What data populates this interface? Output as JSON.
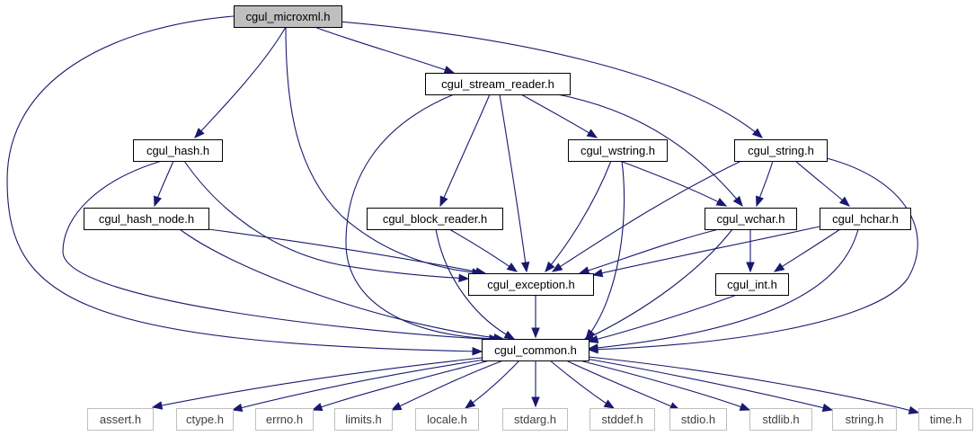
{
  "colors": {
    "edge": "#191970",
    "root_fill": "#bfbfbf",
    "node_fill": "#ffffff",
    "node_border": "#000000",
    "system_border": "#bfbfbf",
    "system_text": "#3f3f3f",
    "node_text": "#000000"
  },
  "nodes": [
    {
      "id": "microxml",
      "label": "cgul_microxml.h",
      "kind": "root"
    },
    {
      "id": "stream_reader",
      "label": "cgul_stream_reader.h",
      "kind": "local"
    },
    {
      "id": "hash",
      "label": "cgul_hash.h",
      "kind": "local"
    },
    {
      "id": "wstring",
      "label": "cgul_wstring.h",
      "kind": "local"
    },
    {
      "id": "string",
      "label": "cgul_string.h",
      "kind": "local"
    },
    {
      "id": "hash_node",
      "label": "cgul_hash_node.h",
      "kind": "local"
    },
    {
      "id": "block_reader",
      "label": "cgul_block_reader.h",
      "kind": "local"
    },
    {
      "id": "wchar",
      "label": "cgul_wchar.h",
      "kind": "local"
    },
    {
      "id": "hchar",
      "label": "cgul_hchar.h",
      "kind": "local"
    },
    {
      "id": "exception",
      "label": "cgul_exception.h",
      "kind": "local"
    },
    {
      "id": "int",
      "label": "cgul_int.h",
      "kind": "local"
    },
    {
      "id": "common",
      "label": "cgul_common.h",
      "kind": "local"
    },
    {
      "id": "assert",
      "label": "assert.h",
      "kind": "system"
    },
    {
      "id": "ctype",
      "label": "ctype.h",
      "kind": "system"
    },
    {
      "id": "errno",
      "label": "errno.h",
      "kind": "system"
    },
    {
      "id": "limits",
      "label": "limits.h",
      "kind": "system"
    },
    {
      "id": "locale",
      "label": "locale.h",
      "kind": "system"
    },
    {
      "id": "stdarg",
      "label": "stdarg.h",
      "kind": "system"
    },
    {
      "id": "stddef",
      "label": "stddef.h",
      "kind": "system"
    },
    {
      "id": "stdio",
      "label": "stdio.h",
      "kind": "system"
    },
    {
      "id": "stdlib",
      "label": "stdlib.h",
      "kind": "system"
    },
    {
      "id": "string_sys",
      "label": "string.h",
      "kind": "system"
    },
    {
      "id": "time",
      "label": "time.h",
      "kind": "system"
    }
  ],
  "edges": [
    {
      "from": "microxml",
      "to": "stream_reader"
    },
    {
      "from": "microxml",
      "to": "hash"
    },
    {
      "from": "microxml",
      "to": "string"
    },
    {
      "from": "microxml",
      "to": "exception"
    },
    {
      "from": "microxml",
      "to": "common"
    },
    {
      "from": "stream_reader",
      "to": "wstring"
    },
    {
      "from": "stream_reader",
      "to": "block_reader"
    },
    {
      "from": "stream_reader",
      "to": "wchar"
    },
    {
      "from": "stream_reader",
      "to": "exception"
    },
    {
      "from": "stream_reader",
      "to": "common"
    },
    {
      "from": "hash",
      "to": "hash_node"
    },
    {
      "from": "hash",
      "to": "exception"
    },
    {
      "from": "hash",
      "to": "common"
    },
    {
      "from": "hash_node",
      "to": "exception"
    },
    {
      "from": "hash_node",
      "to": "common"
    },
    {
      "from": "wstring",
      "to": "wchar"
    },
    {
      "from": "wstring",
      "to": "exception"
    },
    {
      "from": "wstring",
      "to": "common"
    },
    {
      "from": "string",
      "to": "wchar"
    },
    {
      "from": "string",
      "to": "hchar"
    },
    {
      "from": "string",
      "to": "exception"
    },
    {
      "from": "string",
      "to": "common"
    },
    {
      "from": "block_reader",
      "to": "exception"
    },
    {
      "from": "block_reader",
      "to": "common"
    },
    {
      "from": "wchar",
      "to": "int"
    },
    {
      "from": "wchar",
      "to": "exception"
    },
    {
      "from": "wchar",
      "to": "common"
    },
    {
      "from": "hchar",
      "to": "int"
    },
    {
      "from": "hchar",
      "to": "exception"
    },
    {
      "from": "hchar",
      "to": "common"
    },
    {
      "from": "exception",
      "to": "common"
    },
    {
      "from": "int",
      "to": "common"
    },
    {
      "from": "common",
      "to": "assert"
    },
    {
      "from": "common",
      "to": "ctype"
    },
    {
      "from": "common",
      "to": "errno"
    },
    {
      "from": "common",
      "to": "limits"
    },
    {
      "from": "common",
      "to": "locale"
    },
    {
      "from": "common",
      "to": "stdarg"
    },
    {
      "from": "common",
      "to": "stddef"
    },
    {
      "from": "common",
      "to": "stdio"
    },
    {
      "from": "common",
      "to": "stdlib"
    },
    {
      "from": "common",
      "to": "string_sys"
    },
    {
      "from": "common",
      "to": "time"
    }
  ]
}
